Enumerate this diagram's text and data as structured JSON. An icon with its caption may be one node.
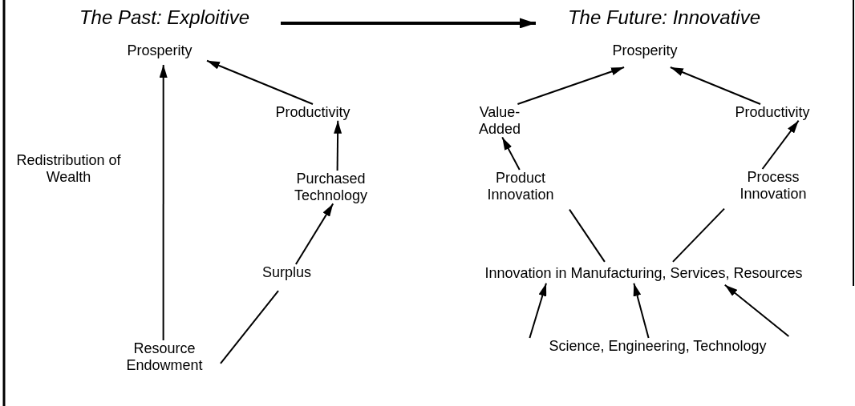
{
  "diagram": {
    "nodes": [
      {
        "text": [
          "The Past: Exploitive"
        ]
      },
      {
        "text": [
          "The Future: Innovative"
        ]
      },
      {
        "text": [
          "Prosperity"
        ]
      },
      {
        "text": [
          "Productivity"
        ]
      },
      {
        "text": [
          "Purchased Technology"
        ]
      },
      {
        "text": [
          "Surplus"
        ]
      },
      {
        "text": [
          "Resource Endowment"
        ]
      },
      {
        "text": [
          "Prosperity"
        ]
      },
      {
        "text": [
          "Value-Added"
        ]
      },
      {
        "text": [
          "Productivity"
        ]
      },
      {
        "text": [
          "Product Innovation"
        ]
      },
      {
        "text": [
          "Process Innovation"
        ]
      },
      {
        "text": [
          "Innovation in Manufacturing, Services, Resources"
        ]
      },
      {
        "text": [
          "Science, Engineering, Technology"
        ]
      }
    ],
    "edges": [
      {
        "from": 0,
        "to": 1,
        "arrow": "to",
        "style": "thick"
      },
      {
        "from": 6,
        "to": 2,
        "arrow": "to",
        "label": "Redistribution of Wealth"
      },
      {
        "from": 3,
        "to": 2,
        "arrow": "to"
      },
      {
        "from": 4,
        "to": 3,
        "arrow": "to"
      },
      {
        "from": 5,
        "to": 4,
        "arrow": "to"
      },
      {
        "from": 6,
        "to": 5,
        "arrow": "none"
      },
      {
        "from": 8,
        "to": 7,
        "arrow": "to"
      },
      {
        "from": 9,
        "to": 7,
        "arrow": "to"
      },
      {
        "from": 10,
        "to": 8,
        "arrow": "to"
      },
      {
        "from": 11,
        "to": 9,
        "arrow": "to"
      },
      {
        "from": 12,
        "to": 10,
        "arrow": "none"
      },
      {
        "from": 12,
        "to": 11,
        "arrow": "none"
      },
      {
        "from": 13,
        "to": 12,
        "arrow": "to"
      },
      {
        "from": 13,
        "to": 12,
        "arrow": "to"
      },
      {
        "from": 13,
        "to": 12,
        "arrow": "to"
      }
    ]
  }
}
